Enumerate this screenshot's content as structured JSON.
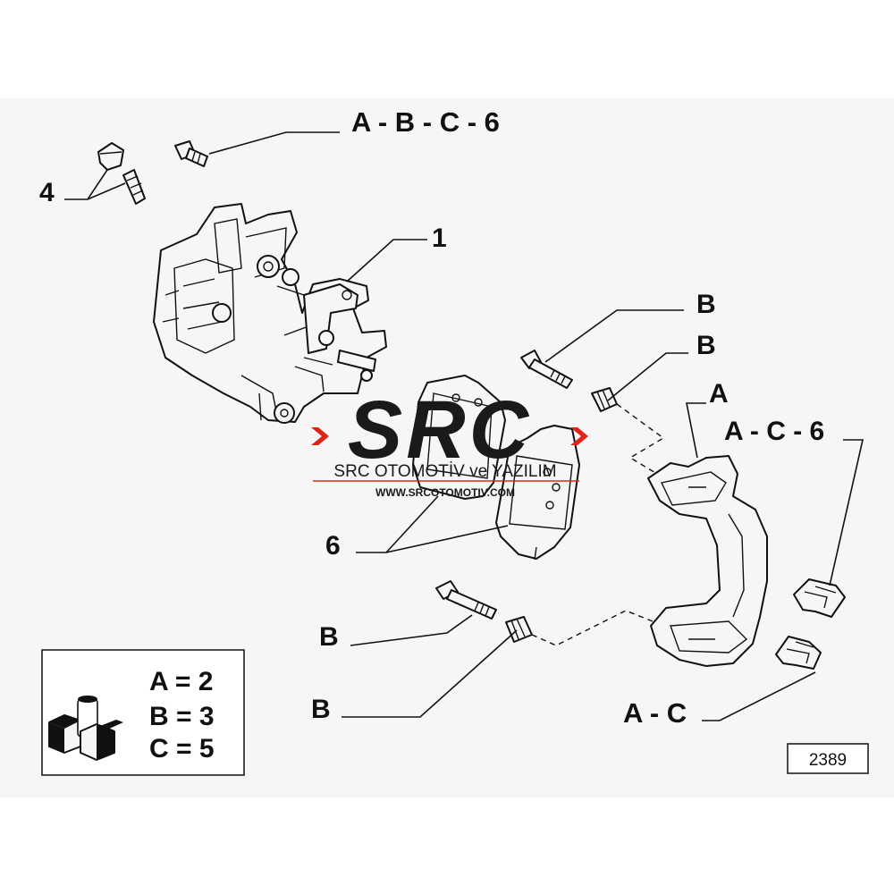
{
  "callouts": {
    "abc6": "A - B - C - 6",
    "four": "4",
    "one": "1",
    "b1": "B",
    "b2": "B",
    "a": "A",
    "ac6": "A - C - 6",
    "six": "6",
    "b3": "B",
    "b4": "B",
    "ac": "A - C"
  },
  "legend": {
    "a": "A = 2",
    "b": "B = 3",
    "c": "C = 5"
  },
  "reference_number": "2389",
  "watermark": {
    "logo": "SRC",
    "company": "SRC OTOMOTİV ve YAZILIM",
    "url": "WWW.SRCOTOMOTIV.COM",
    "accent_color": "#e2231a",
    "logo_color": "#1a1a1a"
  }
}
